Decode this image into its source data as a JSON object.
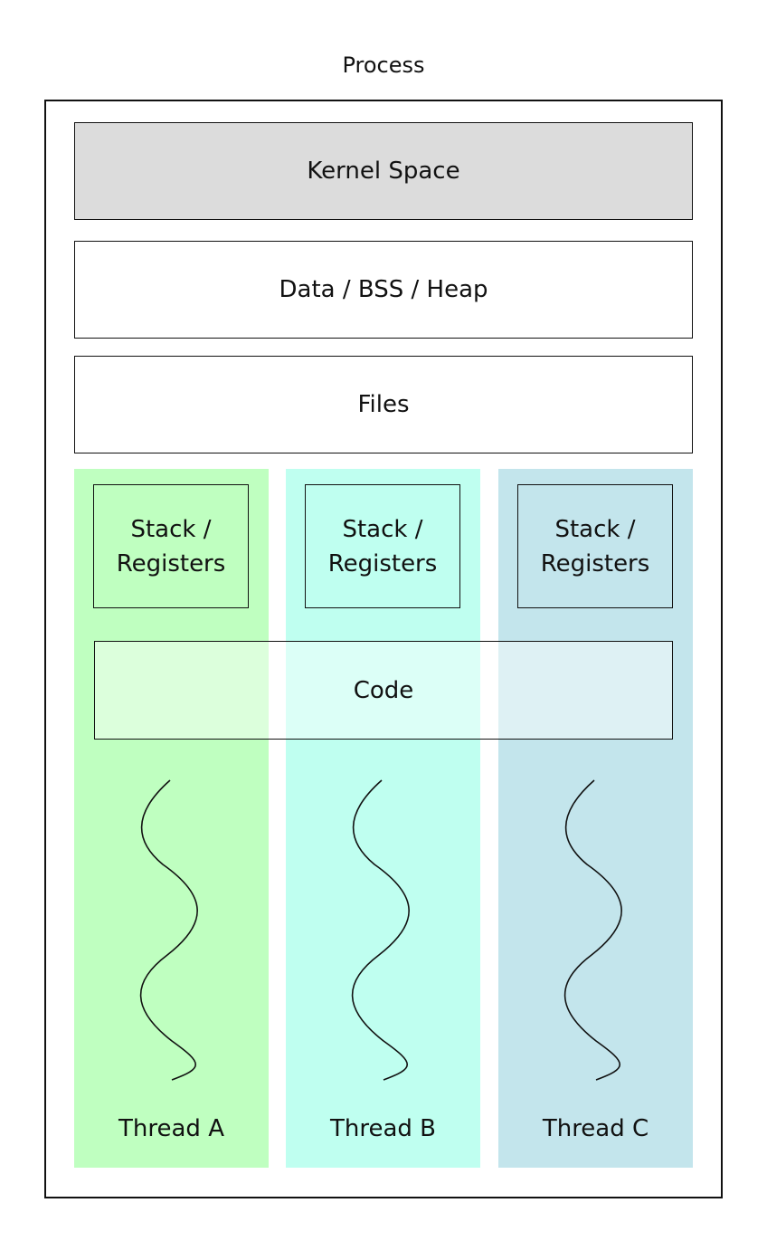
{
  "process": {
    "title": "Process"
  },
  "regions": {
    "kernel": "Kernel Space",
    "data": "Data / BSS / Heap",
    "files": "Files",
    "code": "Code"
  },
  "threads": [
    {
      "label": "Thread A",
      "stack_line1": "Stack /",
      "stack_line2": "Registers",
      "color": "#bfffc0"
    },
    {
      "label": "Thread B",
      "stack_line1": "Stack /",
      "stack_line2": "Registers",
      "color": "#bffff0"
    },
    {
      "label": "Thread C",
      "stack_line1": "Stack /",
      "stack_line2": "Registers",
      "color": "#c3e5ec"
    }
  ],
  "colors": {
    "kernel_fill": "#dcdcdc",
    "border": "#111111"
  }
}
